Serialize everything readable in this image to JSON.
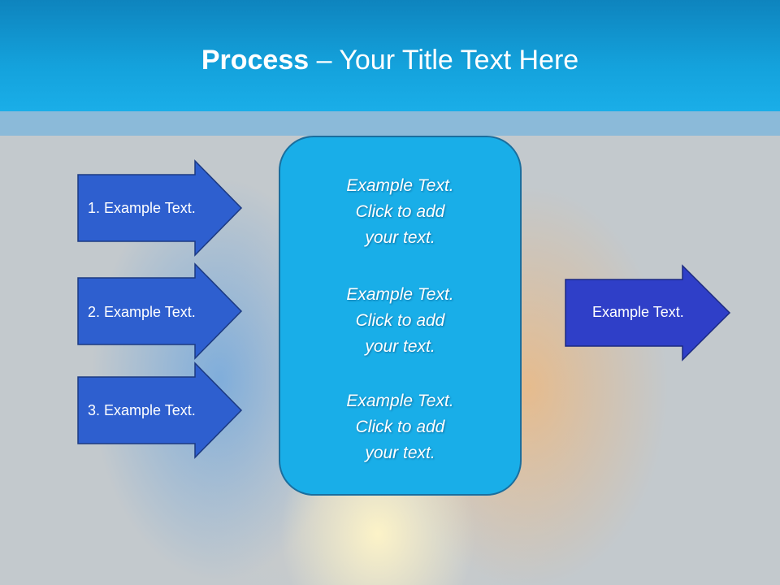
{
  "slide": {
    "title_bold": "Process",
    "title_rest": " – Your Title Text Here"
  },
  "left_arrows": [
    {
      "label": "1. Example Text."
    },
    {
      "label": "2. Example Text."
    },
    {
      "label": "3. Example Text."
    }
  ],
  "center_box": {
    "paragraphs": [
      {
        "line1": "Example Text.",
        "line2": "Click  to add",
        "line3": "your text."
      },
      {
        "line1": "Example Text.",
        "line2": "Click  to add",
        "line3": "your text."
      },
      {
        "line1": "Example Text.",
        "line2": "Click  to add",
        "line3": "your text."
      }
    ]
  },
  "right_arrow": {
    "label": "Example Text."
  },
  "colors": {
    "header": "#14a2dc",
    "left_arrow_fill": "#2e5fcf",
    "right_arrow_fill": "#2f3fc8",
    "box_fill": "#19aee8",
    "box_stroke": "#1a6e9e"
  }
}
